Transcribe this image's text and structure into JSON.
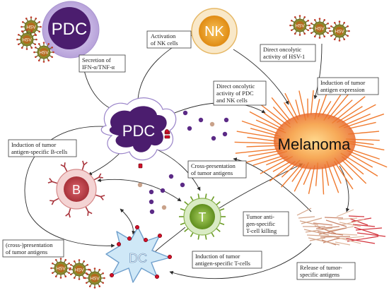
{
  "cells": {
    "pdc_top": "PDC",
    "pdc_center": "PDC",
    "nk": "NK",
    "b": "B",
    "t": "T",
    "dc": "DC",
    "melanoma": "Melanoma"
  },
  "virus_label": "HSV",
  "labels": {
    "secretion": [
      "Secretion of",
      "IFN-α/TNF-α"
    ],
    "activation_nk": [
      "Activation",
      "of NK cells"
    ],
    "oncolytic_hsv": [
      "Direct oncolytic",
      "activity of HSV-1"
    ],
    "induction_antigen_expr": [
      "Induction of tumor",
      "antigen expression"
    ],
    "oncolytic_pdc_nk": [
      "Direct oncolytic",
      "activity of PDC",
      "and NK cells"
    ],
    "induction_bcells": [
      "Induction of tumor",
      "antigen-specific B-cells"
    ],
    "cross_presentation": [
      "Cross-presentation",
      "of tumor antigens"
    ],
    "tcell_killing": [
      "Tumor anti-",
      "gen-specific",
      "T-cell killing"
    ],
    "cross_presentation2": [
      "(cross-)presentation",
      "of tumor antigens"
    ],
    "induction_tcells": [
      "Induction of tumor",
      "antigen-specific T-cells"
    ],
    "release_antigens": [
      "Release of tumor-",
      "specific antigens"
    ]
  },
  "colors": {
    "pdc_fill": "#4b1d6e",
    "pdc_halo": "#c9b8e6",
    "nk_core": "#f2a51d",
    "b_core": "#c8454d",
    "t_core": "#86b33a",
    "dc_fill": "#cfe8f7",
    "melanoma": "#f07a2e",
    "virus": "#8a8a2e",
    "granule": "#5b2a86",
    "granule_light": "#c9a28a"
  }
}
